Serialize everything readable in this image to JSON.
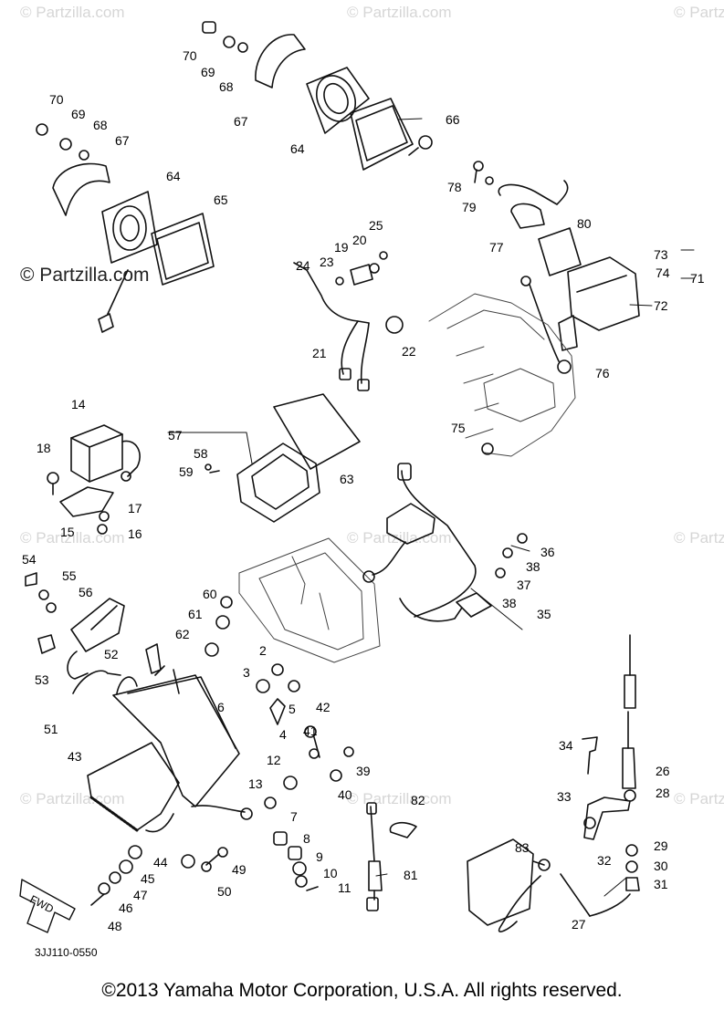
{
  "diagram": {
    "watermark_text": "© Partzilla.com",
    "drawing_code": "3JJ110-0550",
    "copyright": "©2013 Yamaha Motor Corporation, U.S.A. All rights reserved.",
    "direction_arrow_label": "FWD",
    "callouts": [
      "70",
      "69",
      "68",
      "67",
      "64",
      "66",
      "70",
      "69",
      "68",
      "67",
      "64",
      "65",
      "78",
      "79",
      "77",
      "80",
      "73",
      "74",
      "71",
      "72",
      "76",
      "75",
      "25",
      "24",
      "23",
      "19",
      "20",
      "21",
      "22",
      "14",
      "18",
      "15",
      "17",
      "16",
      "57",
      "58",
      "59",
      "63",
      "54",
      "55",
      "56",
      "52",
      "53",
      "51",
      "60",
      "61",
      "62",
      "2",
      "3",
      "5",
      "4",
      "42",
      "41",
      "39",
      "40",
      "36",
      "38",
      "37",
      "38",
      "35",
      "6",
      "43",
      "12",
      "13",
      "7",
      "8",
      "9",
      "10",
      "11",
      "82",
      "81",
      "83",
      "34",
      "26",
      "28",
      "33",
      "32",
      "29",
      "30",
      "31",
      "27",
      "44",
      "45",
      "47",
      "46",
      "48",
      "49",
      "50"
    ]
  }
}
